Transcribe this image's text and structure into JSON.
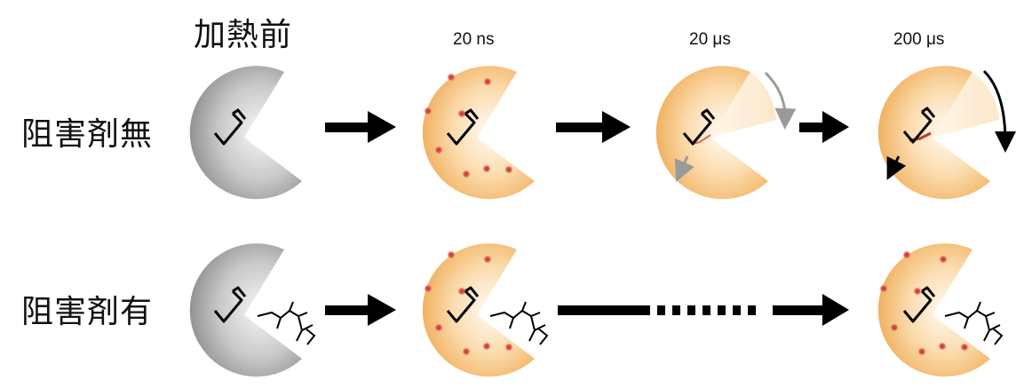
{
  "labels": {
    "before_heating": "加熱前",
    "row_no_inhibitor": "阻害剤無",
    "row_with_inhibitor": "阻害剤有",
    "t1": "20 ns",
    "t2": "20 μs",
    "t3": "200 μs"
  },
  "colors": {
    "gray_light": "#f4f4f4",
    "gray_dark": "#8f8f8f",
    "orange_light": "#fffaf0",
    "orange_dark": "#f0b05a",
    "dot": "#d9534f",
    "arrow": "#000000",
    "red_highlight": "#c0392b"
  }
}
